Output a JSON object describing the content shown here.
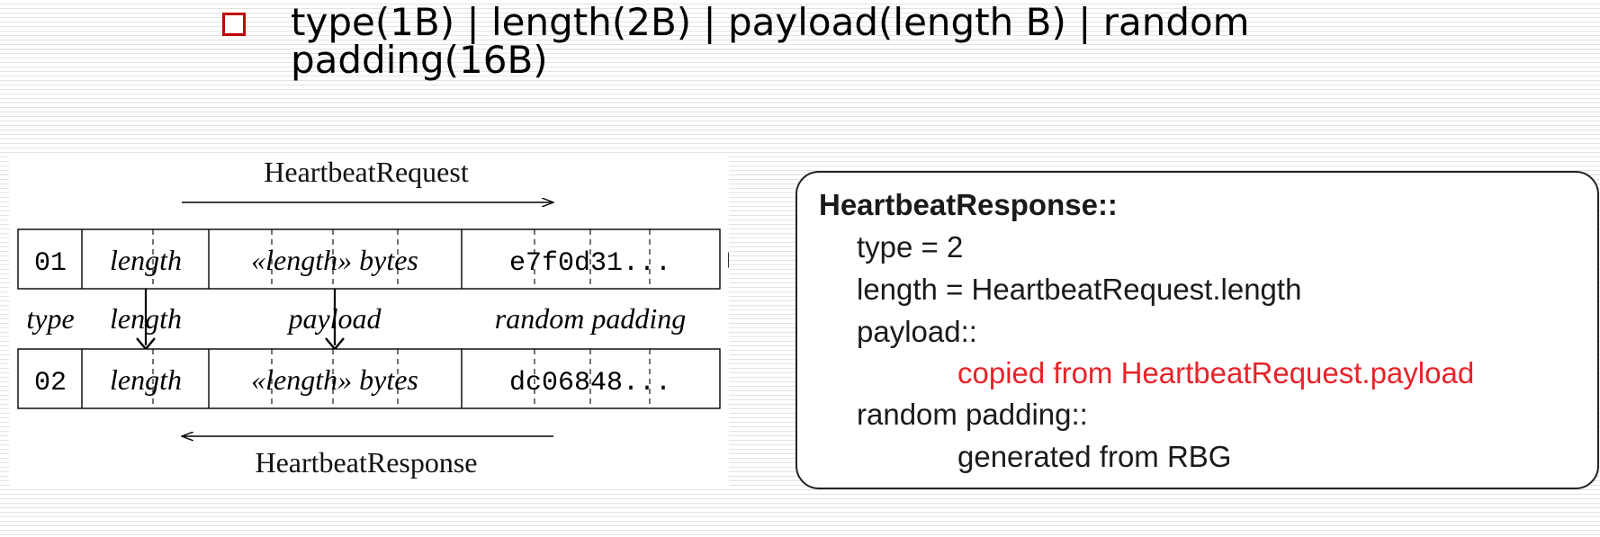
{
  "bullet": {
    "text": "type(1B) | length(2B) | payload(length B) | random padding(16B)"
  },
  "diagram": {
    "request_label": "HeartbeatRequest",
    "response_label": "HeartbeatResponse",
    "request_row": {
      "type_value": "01",
      "length_value": "length",
      "payload_value": "«length» bytes",
      "padding_value": "e7f0d31..."
    },
    "field_labels": {
      "type": "type",
      "length": "length",
      "payload": "payload",
      "padding": "random padding"
    },
    "response_row": {
      "type_value": "02",
      "length_value": "length",
      "payload_value": "«length» bytes",
      "padding_value": "dc06848..."
    }
  },
  "response_box": {
    "title": "HeartbeatResponse::",
    "type_line": "type = 2",
    "length_line": "length = HeartbeatRequest.length",
    "payload_line": "payload::",
    "payload_detail": "copied from HeartbeatRequest.payload",
    "padding_line": "random padding::",
    "padding_detail": "generated from RBG"
  },
  "colors": {
    "bullet": "#c00000",
    "highlight": "#e8232a"
  }
}
